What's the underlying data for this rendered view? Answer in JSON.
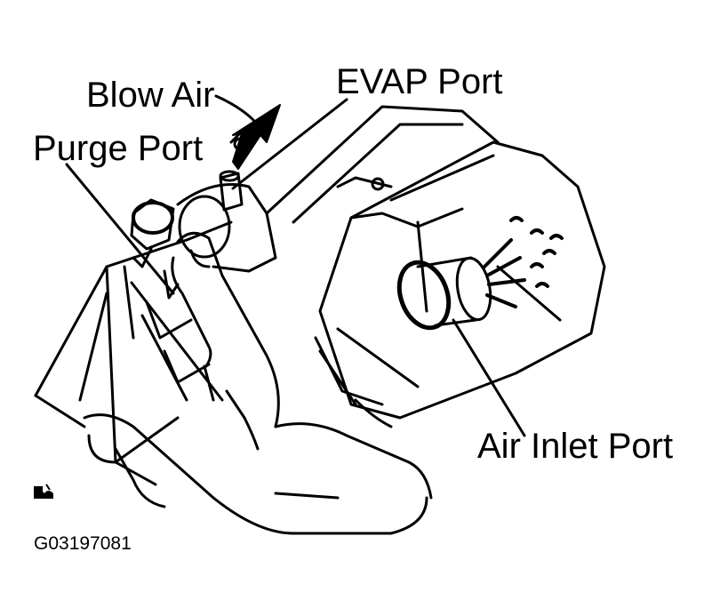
{
  "labels": {
    "blow_air": "Blow Air",
    "evap_port": "EVAP Port",
    "purge_port": "Purge Port",
    "air_inlet_port": "Air Inlet Port",
    "figure_code": "G03197081"
  },
  "colors": {
    "ink": "#000000",
    "background": "#ffffff"
  },
  "icons": {
    "corner_mark": "mark-icon"
  }
}
